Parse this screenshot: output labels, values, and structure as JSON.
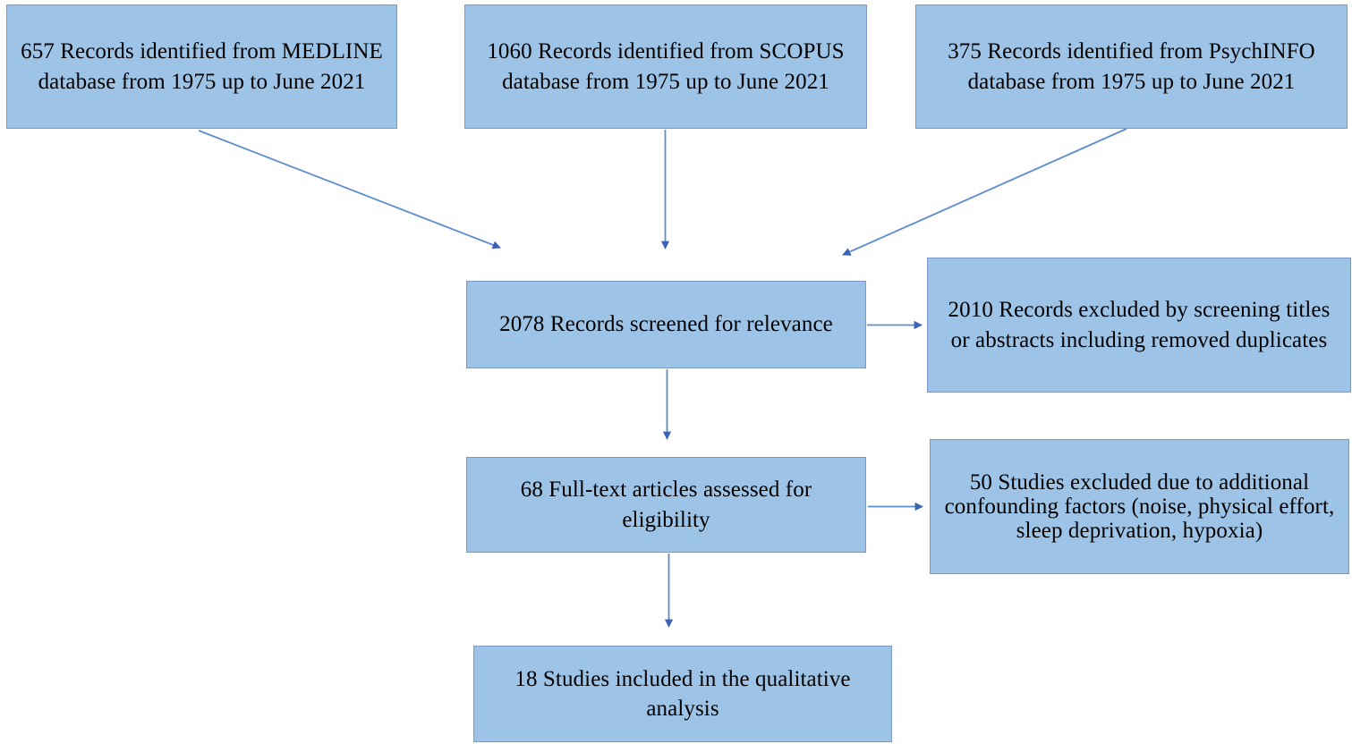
{
  "diagram": {
    "type": "prisma-flow-diagram",
    "colors": {
      "box_fill": "#9DC3E6",
      "box_border": "#8096C8",
      "arrow": "#4472C4",
      "text": "#000000",
      "background": "#FFFFFF"
    },
    "nodes": [
      {
        "id": "medline",
        "text": "657 Records identified from MEDLINE database from 1975 up to June 2021",
        "count": 657,
        "source": "MEDLINE",
        "date_range": "1975 up to June 2021"
      },
      {
        "id": "scopus",
        "text": "1060 Records identified from SCOPUS database from 1975 up to June 2021",
        "count": 1060,
        "source": "SCOPUS",
        "date_range": "1975 up to June 2021"
      },
      {
        "id": "psychinfo",
        "text": "375 Records identified from PsychINFO database from 1975 up to June 2021",
        "count": 375,
        "source": "PsychINFO",
        "date_range": "1975 up to June 2021"
      },
      {
        "id": "screened",
        "text": "2078 Records screened for relevance",
        "count": 2078
      },
      {
        "id": "excluded_records",
        "text": "2010 Records excluded by screening titles or abstracts including removed duplicates",
        "count": 2010
      },
      {
        "id": "fulltext",
        "text": "68 Full-text articles assessed for eligibility",
        "count": 68
      },
      {
        "id": "excluded_studies",
        "text": "50 Studies excluded due to additional confounding factors (noise, physical effort, sleep deprivation, hypoxia)",
        "count": 50
      },
      {
        "id": "included",
        "text": "18 Studies included in the qualitative analysis",
        "count": 18
      }
    ],
    "edges": [
      {
        "id": "medline-to-screened",
        "from": "medline",
        "to": "screened",
        "style": "diagonal-down-right"
      },
      {
        "id": "scopus-to-screened",
        "from": "scopus",
        "to": "screened",
        "style": "vertical-down"
      },
      {
        "id": "psychinfo-to-screened",
        "from": "psychinfo",
        "to": "screened",
        "style": "diagonal-down-left"
      },
      {
        "id": "screened-to-excluded",
        "from": "screened",
        "to": "excluded_records",
        "style": "horizontal-right"
      },
      {
        "id": "screened-to-fulltext",
        "from": "screened",
        "to": "fulltext",
        "style": "vertical-down"
      },
      {
        "id": "fulltext-to-excluded",
        "from": "fulltext",
        "to": "excluded_studies",
        "style": "horizontal-right"
      },
      {
        "id": "fulltext-to-included",
        "from": "fulltext",
        "to": "included",
        "style": "vertical-down"
      }
    ]
  }
}
